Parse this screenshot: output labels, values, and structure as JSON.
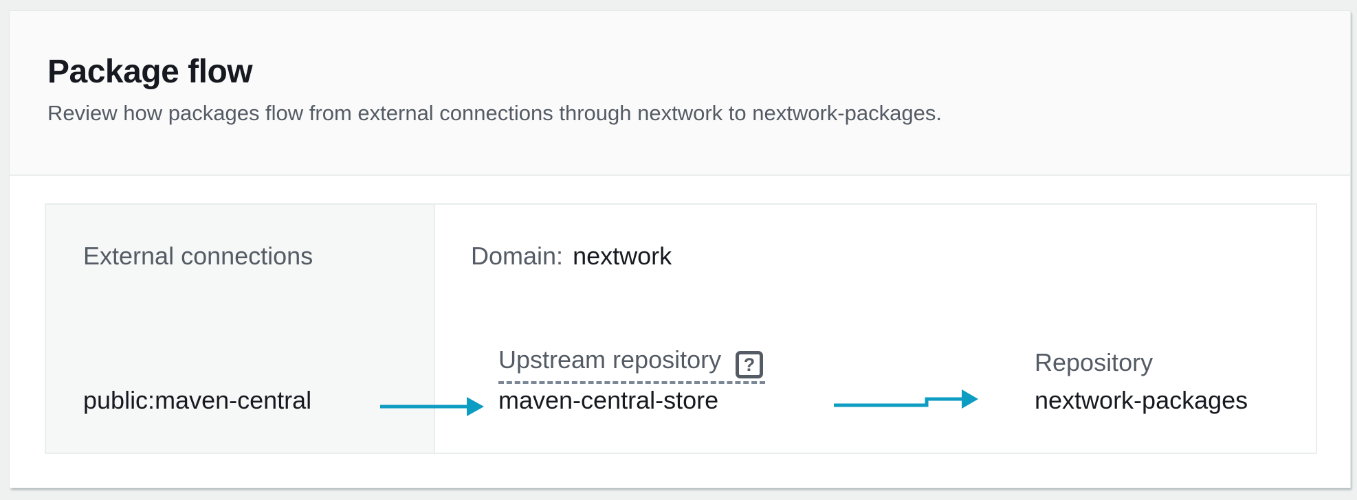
{
  "panel": {
    "title": "Package flow",
    "description": "Review how packages flow from external connections through nextwork to nextwork-packages."
  },
  "diagram": {
    "external": {
      "label": "External connections",
      "value": "public:maven-central"
    },
    "domain": {
      "label": "Domain:",
      "value": "nextwork"
    },
    "upstream": {
      "label": "Upstream repository",
      "value": "maven-central-store"
    },
    "repository": {
      "label": "Repository",
      "value": "nextwork-packages"
    },
    "help_icon_glyph": "?"
  },
  "colors": {
    "arrow": "#0d9cc2",
    "primary_text": "#16191f",
    "secondary_text": "#545b64",
    "header_background": "#fafafa",
    "cell_background": "#f6f7f7",
    "border": "#eaeded"
  }
}
